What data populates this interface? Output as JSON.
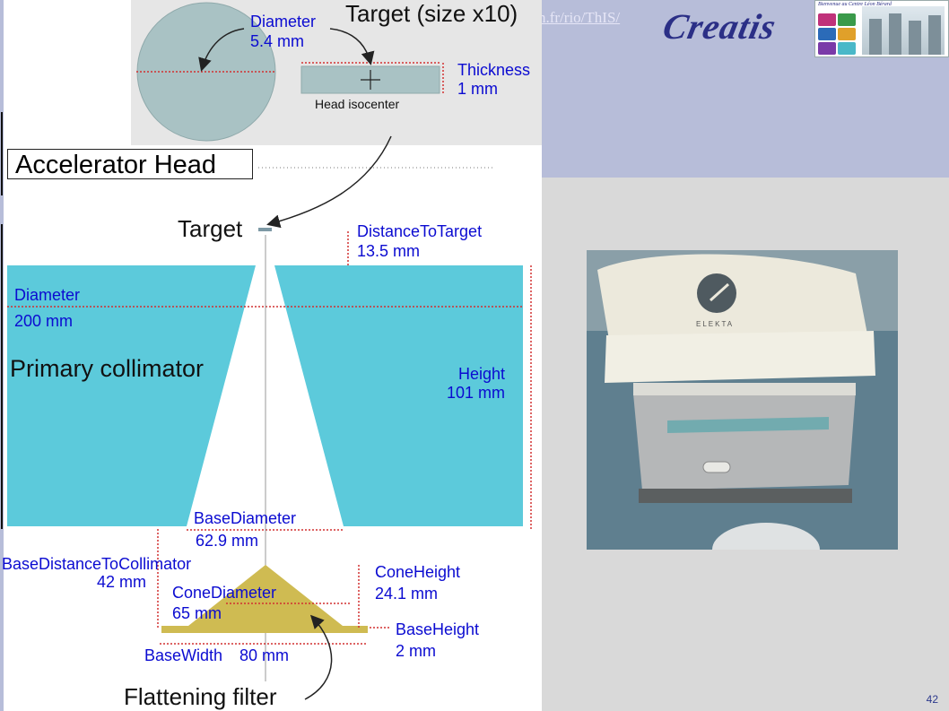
{
  "header": {
    "url_fragment": "n.fr/rio/ThIS/",
    "logo_text": "Creatis",
    "logo_caption": "Bienvenue au Centre Léon Bérard"
  },
  "top_inset": {
    "title": "Target (size x10)",
    "diameter_label": "Diameter",
    "diameter_value": "5.4 mm",
    "thickness_label": "Thickness",
    "thickness_value": "1 mm",
    "isocenter_label": "Head isocenter"
  },
  "section_title": "Accelerator Head",
  "target": {
    "label": "Target",
    "distance_label": "DistanceToTarget",
    "distance_value": "13.5 mm"
  },
  "primary_collimator": {
    "label": "Primary collimator",
    "diameter_label": "Diameter",
    "diameter_value": "200 mm",
    "height_label": "Height",
    "height_value": "101 mm",
    "base_diameter_label": "BaseDiameter",
    "base_diameter_value": "62.9 mm"
  },
  "flattening_filter": {
    "label": "Flattening filter",
    "base_distance_label": "BaseDistanceToCollimator",
    "base_distance_value": "42 mm",
    "cone_height_label": "ConeHeight",
    "cone_height_value": "24.1 mm",
    "cone_diameter_label": "ConeDiameter",
    "cone_diameter_value": "65 mm",
    "base_height_label": "BaseHeight",
    "base_height_value": "2 mm",
    "base_width_label": "BaseWidth",
    "base_width_value": "80 mm"
  },
  "photo": {
    "brand": "ELEKTA"
  },
  "page_number": "42",
  "colors": {
    "collimator": "#5ccadb",
    "filter": "#cfbb52",
    "target_disc": "#a9c2c4",
    "dimension_line": "#d23030",
    "label_blue": "#0b0bd1",
    "header_band": "#b7bdd9"
  }
}
